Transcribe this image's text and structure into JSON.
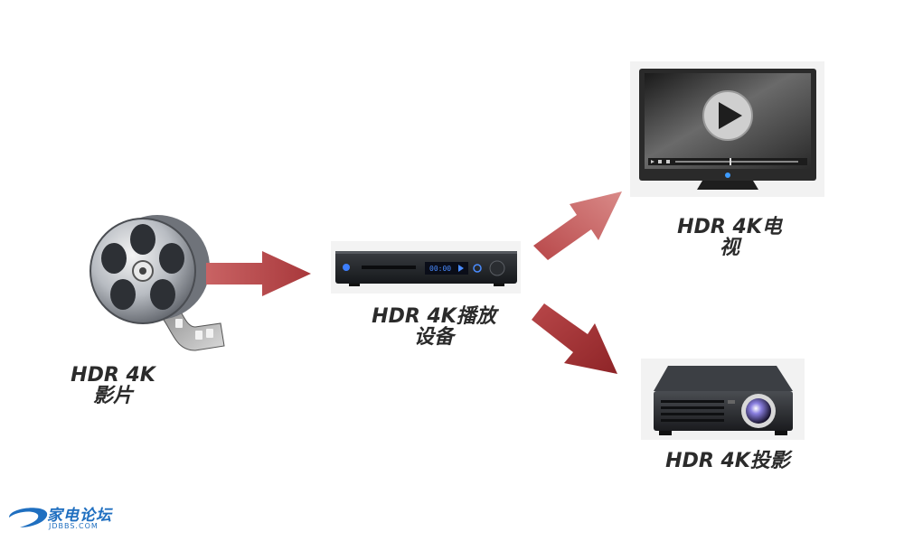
{
  "nodes": {
    "film": {
      "label": "HDR 4K\n影片",
      "icon": "film-reel-icon"
    },
    "player": {
      "label": "HDR 4K播放\n设备",
      "icon": "media-player-icon"
    },
    "tv": {
      "label": "HDR 4K电\n视",
      "icon": "tv-icon"
    },
    "projector": {
      "label": "HDR 4K投影",
      "icon": "projector-icon"
    }
  },
  "player_display": {
    "time": "00:00"
  },
  "watermark": {
    "name": "家电论坛",
    "domain": "JDBBS.COM"
  },
  "colors": {
    "arrow": "#b94a4c",
    "player_display": "#4a8cff",
    "tv_frame": "#2a2a2a"
  }
}
